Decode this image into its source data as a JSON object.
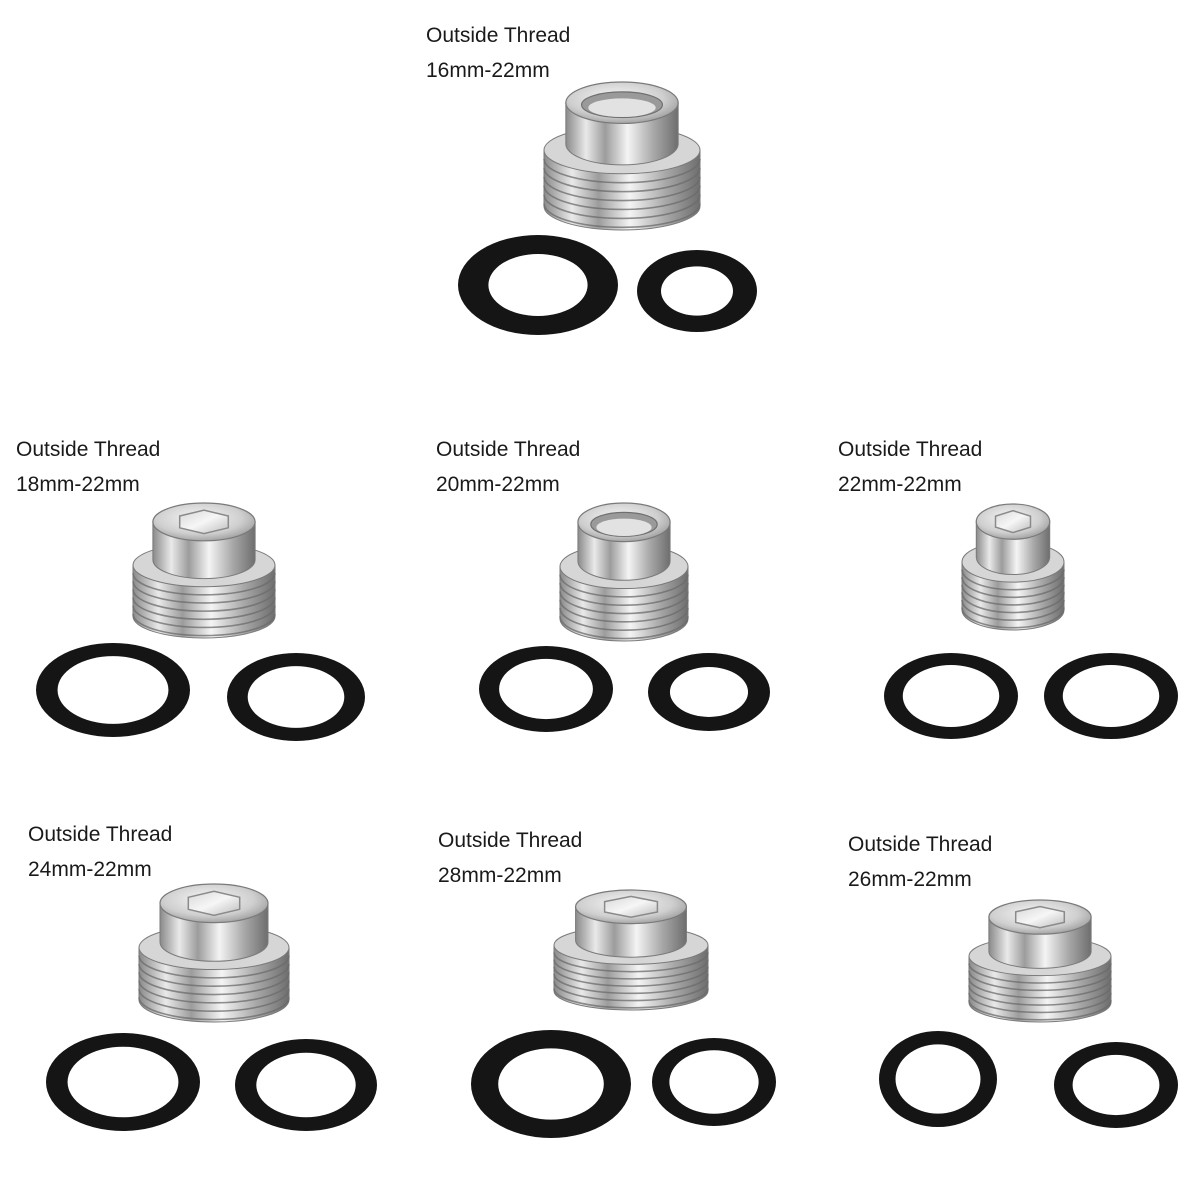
{
  "colors": {
    "background": "#ffffff",
    "text": "#1a1a1a",
    "metal_light": "#f4f4f4",
    "metal_mid": "#b9b9b9",
    "metal_dark": "#7a7a7a",
    "washer": "#151515"
  },
  "adapters": [
    {
      "title": "Outside Thread",
      "size": "16mm-22mm"
    },
    {
      "title": "Outside Thread",
      "size": "18mm-22mm"
    },
    {
      "title": "Outside Thread",
      "size": "20mm-22mm"
    },
    {
      "title": "Outside Thread",
      "size": "22mm-22mm"
    },
    {
      "title": "Outside Thread",
      "size": "24mm-22mm"
    },
    {
      "title": "Outside Thread",
      "size": "28mm-22mm"
    },
    {
      "title": "Outside Thread",
      "size": "26mm-22mm"
    }
  ]
}
